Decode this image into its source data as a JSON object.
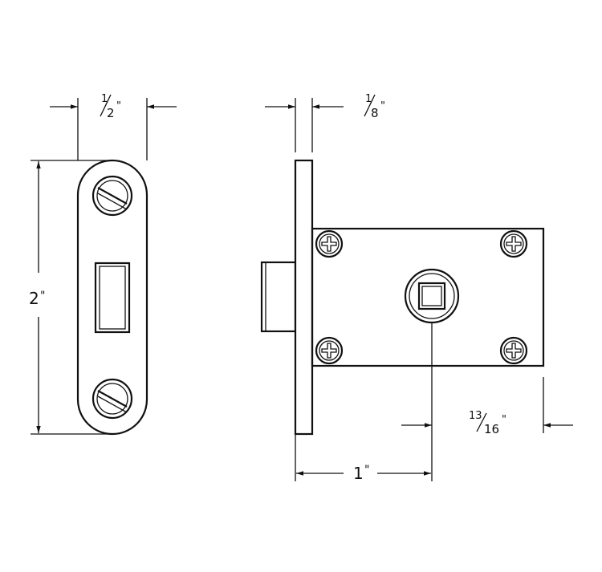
{
  "dimensions": {
    "faceplate_width": {
      "whole": "",
      "num": "1",
      "den": "2",
      "unit": "\""
    },
    "plate_thickness": {
      "whole": "",
      "num": "1",
      "den": "8",
      "unit": "\""
    },
    "faceplate_height": {
      "whole": "2",
      "num": "",
      "den": "",
      "unit": "\""
    },
    "backset": {
      "whole": "1",
      "num": "",
      "den": "",
      "unit": "\""
    },
    "body_edge": {
      "whole": "",
      "num": "13",
      "den": "16",
      "unit": "\""
    }
  },
  "colors": {
    "line": "#111111",
    "background": "#ffffff"
  },
  "icons": {
    "screw_slotted": "slotted-screw-icon",
    "screw_phillips": "phillips-screw-icon"
  }
}
